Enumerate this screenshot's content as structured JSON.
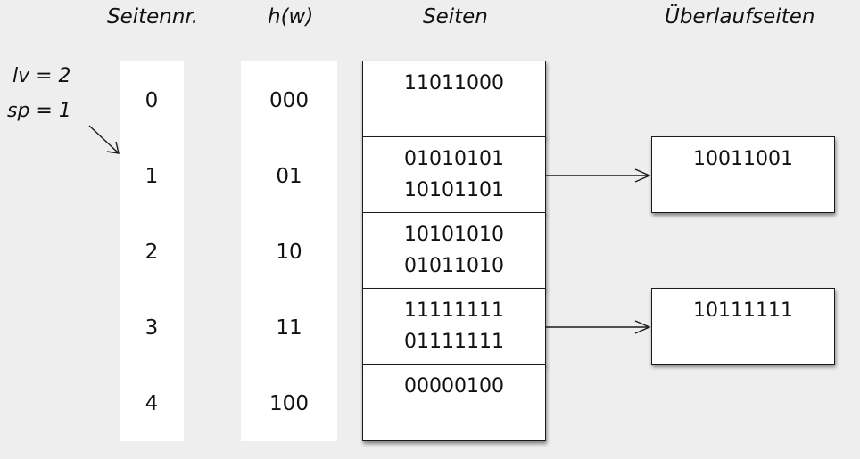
{
  "headers": {
    "page_nr": "Seitennr.",
    "hash": "h(w)",
    "pages": "Seiten",
    "overflow": "Überlaufseiten"
  },
  "pointer_note": {
    "lv": "lv = 2",
    "sp": "sp = 1"
  },
  "rows": [
    {
      "nr": "0",
      "hash": "000",
      "page": [
        "11011000",
        ""
      ]
    },
    {
      "nr": "1",
      "hash": "01",
      "page": [
        "01010101",
        "10101101"
      ]
    },
    {
      "nr": "2",
      "hash": "10",
      "page": [
        "10101010",
        "01011010"
      ]
    },
    {
      "nr": "3",
      "hash": "11",
      "page": [
        "11111111",
        "01111111"
      ]
    },
    {
      "nr": "4",
      "hash": "100",
      "page": [
        "00000100",
        ""
      ]
    }
  ],
  "overflow_pages": [
    {
      "from_row": "1",
      "value": "10011001"
    },
    {
      "from_row": "3",
      "value": "10111111"
    }
  ]
}
